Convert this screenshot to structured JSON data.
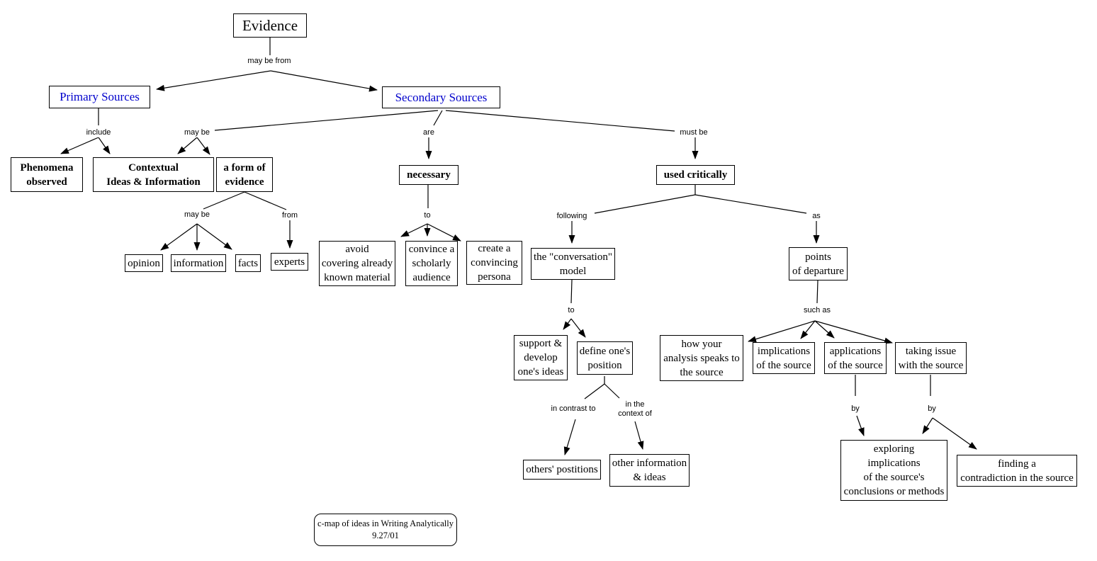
{
  "colors": {
    "background": "#ffffff",
    "line": "#000000",
    "node_text": "#000000",
    "source_highlight": "#0000cc"
  },
  "nodes": {
    "evidence": {
      "text": "Evidence"
    },
    "primary_sources": {
      "text": "Primary Sources"
    },
    "secondary_sources": {
      "text": "Secondary Sources"
    },
    "phenomena": {
      "lines": [
        "Phenomena",
        "observed"
      ]
    },
    "contextual": {
      "lines": [
        "Contextual",
        "Ideas & Information"
      ]
    },
    "form_of_evidence": {
      "lines": [
        "a form of",
        "evidence"
      ]
    },
    "necessary": {
      "text": "necessary"
    },
    "used_critically": {
      "text": "used critically"
    },
    "opinion": {
      "text": "opinion"
    },
    "information": {
      "text": "information"
    },
    "facts": {
      "text": "facts"
    },
    "experts": {
      "text": "experts"
    },
    "avoid_covering": {
      "lines": [
        "avoid",
        "covering already",
        "known material"
      ]
    },
    "convince": {
      "lines": [
        "convince a",
        "scholarly",
        "audience"
      ]
    },
    "persona": {
      "lines": [
        "create a",
        "convincing",
        "persona"
      ]
    },
    "conversation_model": {
      "lines": [
        "the \"conversation\"",
        "model"
      ]
    },
    "points_of_departure": {
      "lines": [
        "points",
        "of departure"
      ]
    },
    "support_develop": {
      "lines": [
        "support &",
        "develop",
        "one's ideas"
      ]
    },
    "define_position": {
      "lines": [
        "define one's",
        "position"
      ]
    },
    "how_your_analysis": {
      "lines": [
        "how your",
        "analysis speaks to",
        "the source"
      ]
    },
    "implications": {
      "lines": [
        "implications",
        "of the source"
      ]
    },
    "applications": {
      "lines": [
        "applications",
        "of the source"
      ]
    },
    "taking_issue": {
      "lines": [
        "taking issue",
        "with the source"
      ]
    },
    "others_positions": {
      "text": "others' postitions"
    },
    "other_information": {
      "lines": [
        "other information",
        "& ideas"
      ]
    },
    "exploring": {
      "lines": [
        "exploring",
        "implications",
        "of the source's",
        "conclusions or methods"
      ]
    },
    "finding_contradiction": {
      "lines": [
        "finding a",
        "contradiction in the source"
      ]
    },
    "note": {
      "lines": [
        "c-map of ideas in Writing Analytically",
        "9.27/01"
      ]
    }
  },
  "links": {
    "may_be_from": "may be from",
    "include": "include",
    "may_be_1": "may be",
    "are": "are",
    "must_be": "must be",
    "may_be_2": "may be",
    "from": "from",
    "to_1": "to",
    "following": "following",
    "as": "as",
    "to_2": "to",
    "such_as": "such as",
    "in_contrast_to": "in contrast to",
    "in_the_context_of": [
      "in the",
      "context of"
    ],
    "by_1": "by",
    "by_2": "by"
  }
}
